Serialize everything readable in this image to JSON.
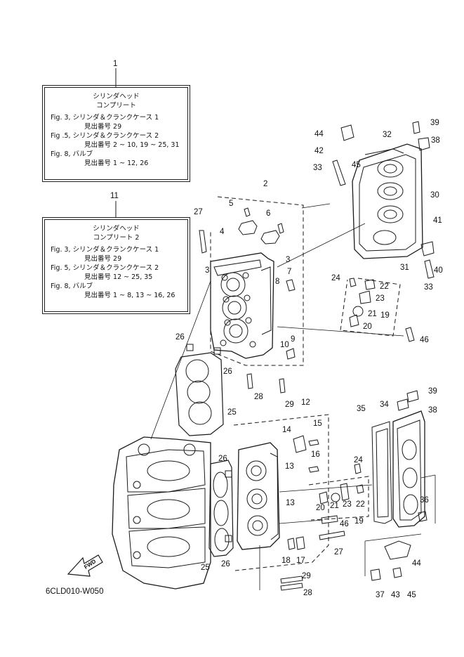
{
  "notes": [
    {
      "ref": "1",
      "title1": "シリンダヘッド",
      "title2": "コンプリート",
      "lines": [
        {
          "fig": "Fig. 3, シリンダ＆クランクケース 1",
          "sub": "見出番号 29"
        },
        {
          "fig": "Fig .5, シリンダ＆クランクケース 2",
          "sub": "見出番号 2 ~ 10, 19 ~ 25, 31"
        },
        {
          "fig": "Fig. 8, バルブ",
          "sub": "見出番号 1 ~ 12, 26"
        }
      ]
    },
    {
      "ref": "11",
      "title1": "シリンダヘッド",
      "title2": "コンプリート 2",
      "lines": [
        {
          "fig": "Fig. 3, シリンダ＆クランクケース 1",
          "sub": "見出番号 29"
        },
        {
          "fig": "Fig. 5, シリンダ＆クランクケース 2",
          "sub": "見出番号 12 ~ 25, 35"
        },
        {
          "fig": "Fig. 8, バルブ",
          "sub": "見出番号 1 ~ 8, 13 ~ 16, 26"
        }
      ]
    }
  ],
  "callouts": [
    "2",
    "3",
    "3",
    "4",
    "5",
    "6",
    "7",
    "8",
    "9",
    "10",
    "12",
    "13",
    "13",
    "14",
    "15",
    "16",
    "17",
    "18",
    "19",
    "19",
    "20",
    "20",
    "21",
    "21",
    "22",
    "22",
    "23",
    "23",
    "24",
    "24",
    "25",
    "25",
    "26",
    "26",
    "26",
    "26",
    "27",
    "27",
    "28",
    "28",
    "29",
    "29",
    "30",
    "31",
    "32",
    "33",
    "33",
    "34",
    "35",
    "36",
    "37",
    "38",
    "38",
    "39",
    "39",
    "40",
    "41",
    "42",
    "43",
    "44",
    "44",
    "45",
    "45",
    "46",
    "46"
  ],
  "fwd_label": "FWD",
  "drawing_code": "6CLD010-W050"
}
